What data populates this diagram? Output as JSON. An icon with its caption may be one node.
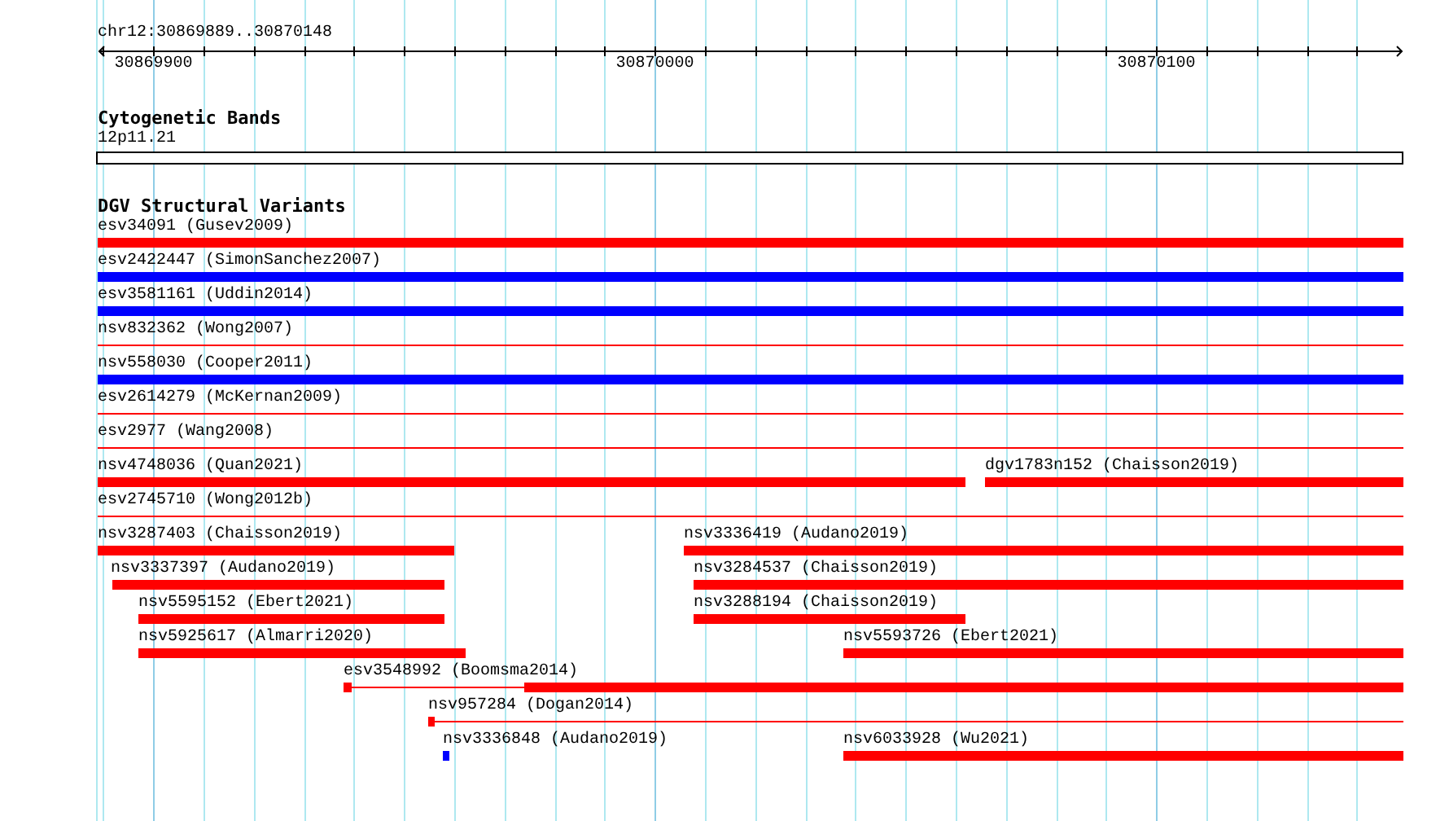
{
  "diagram": {
    "title": "chr12:30869889..30870148",
    "nodes": [
      {
        "text": [
          "esv34091 (Gusev2009)"
        ]
      },
      {
        "text": [
          "esv2422447 (SimonSanchez2007)"
        ]
      },
      {
        "text": [
          "esv3581161 (Uddin2014)"
        ]
      },
      {
        "text": [
          "nsv832362 (Wong2007)"
        ]
      },
      {
        "text": [
          "nsv558030 (Cooper2011)"
        ]
      },
      {
        "text": [
          "esv2614279 (McKernan2009)"
        ]
      },
      {
        "text": [
          "esv2977 (Wang2008)"
        ]
      },
      {
        "text": [
          "nsv4748036 (Quan2021)"
        ]
      },
      {
        "text": [
          "dgv1783n152 (Chaisson2019)"
        ]
      },
      {
        "text": [
          "esv2745710 (Wong2012b)"
        ]
      },
      {
        "text": [
          "nsv3287403 (Chaisson2019)"
        ]
      },
      {
        "text": [
          "nsv3336419 (Audano2019)"
        ]
      },
      {
        "text": [
          "nsv3337397 (Audano2019)"
        ]
      },
      {
        "text": [
          "nsv3284537 (Chaisson2019)"
        ]
      },
      {
        "text": [
          "nsv5595152 (Ebert2021)"
        ]
      },
      {
        "text": [
          "nsv3288194 (Chaisson2019)"
        ]
      },
      {
        "text": [
          "nsv5925617 (Almarri2020)"
        ]
      },
      {
        "text": [
          "nsv5593726 (Ebert2021)"
        ]
      },
      {
        "text": [
          "esv3548992 (Boomsma2014)"
        ]
      },
      {
        "text": [
          "nsv957284 (Dogan2014)"
        ]
      },
      {
        "text": [
          "nsv3336848 (Audano2019)"
        ]
      },
      {
        "text": [
          "nsv6033928 (Wu2021)"
        ]
      }
    ],
    "edges": [],
    "labels": [
      "30869900",
      "30870000",
      "30870100",
      "Cytogenetic Bands",
      "12p11.21",
      "DGV Structural Variants"
    ]
  }
}
